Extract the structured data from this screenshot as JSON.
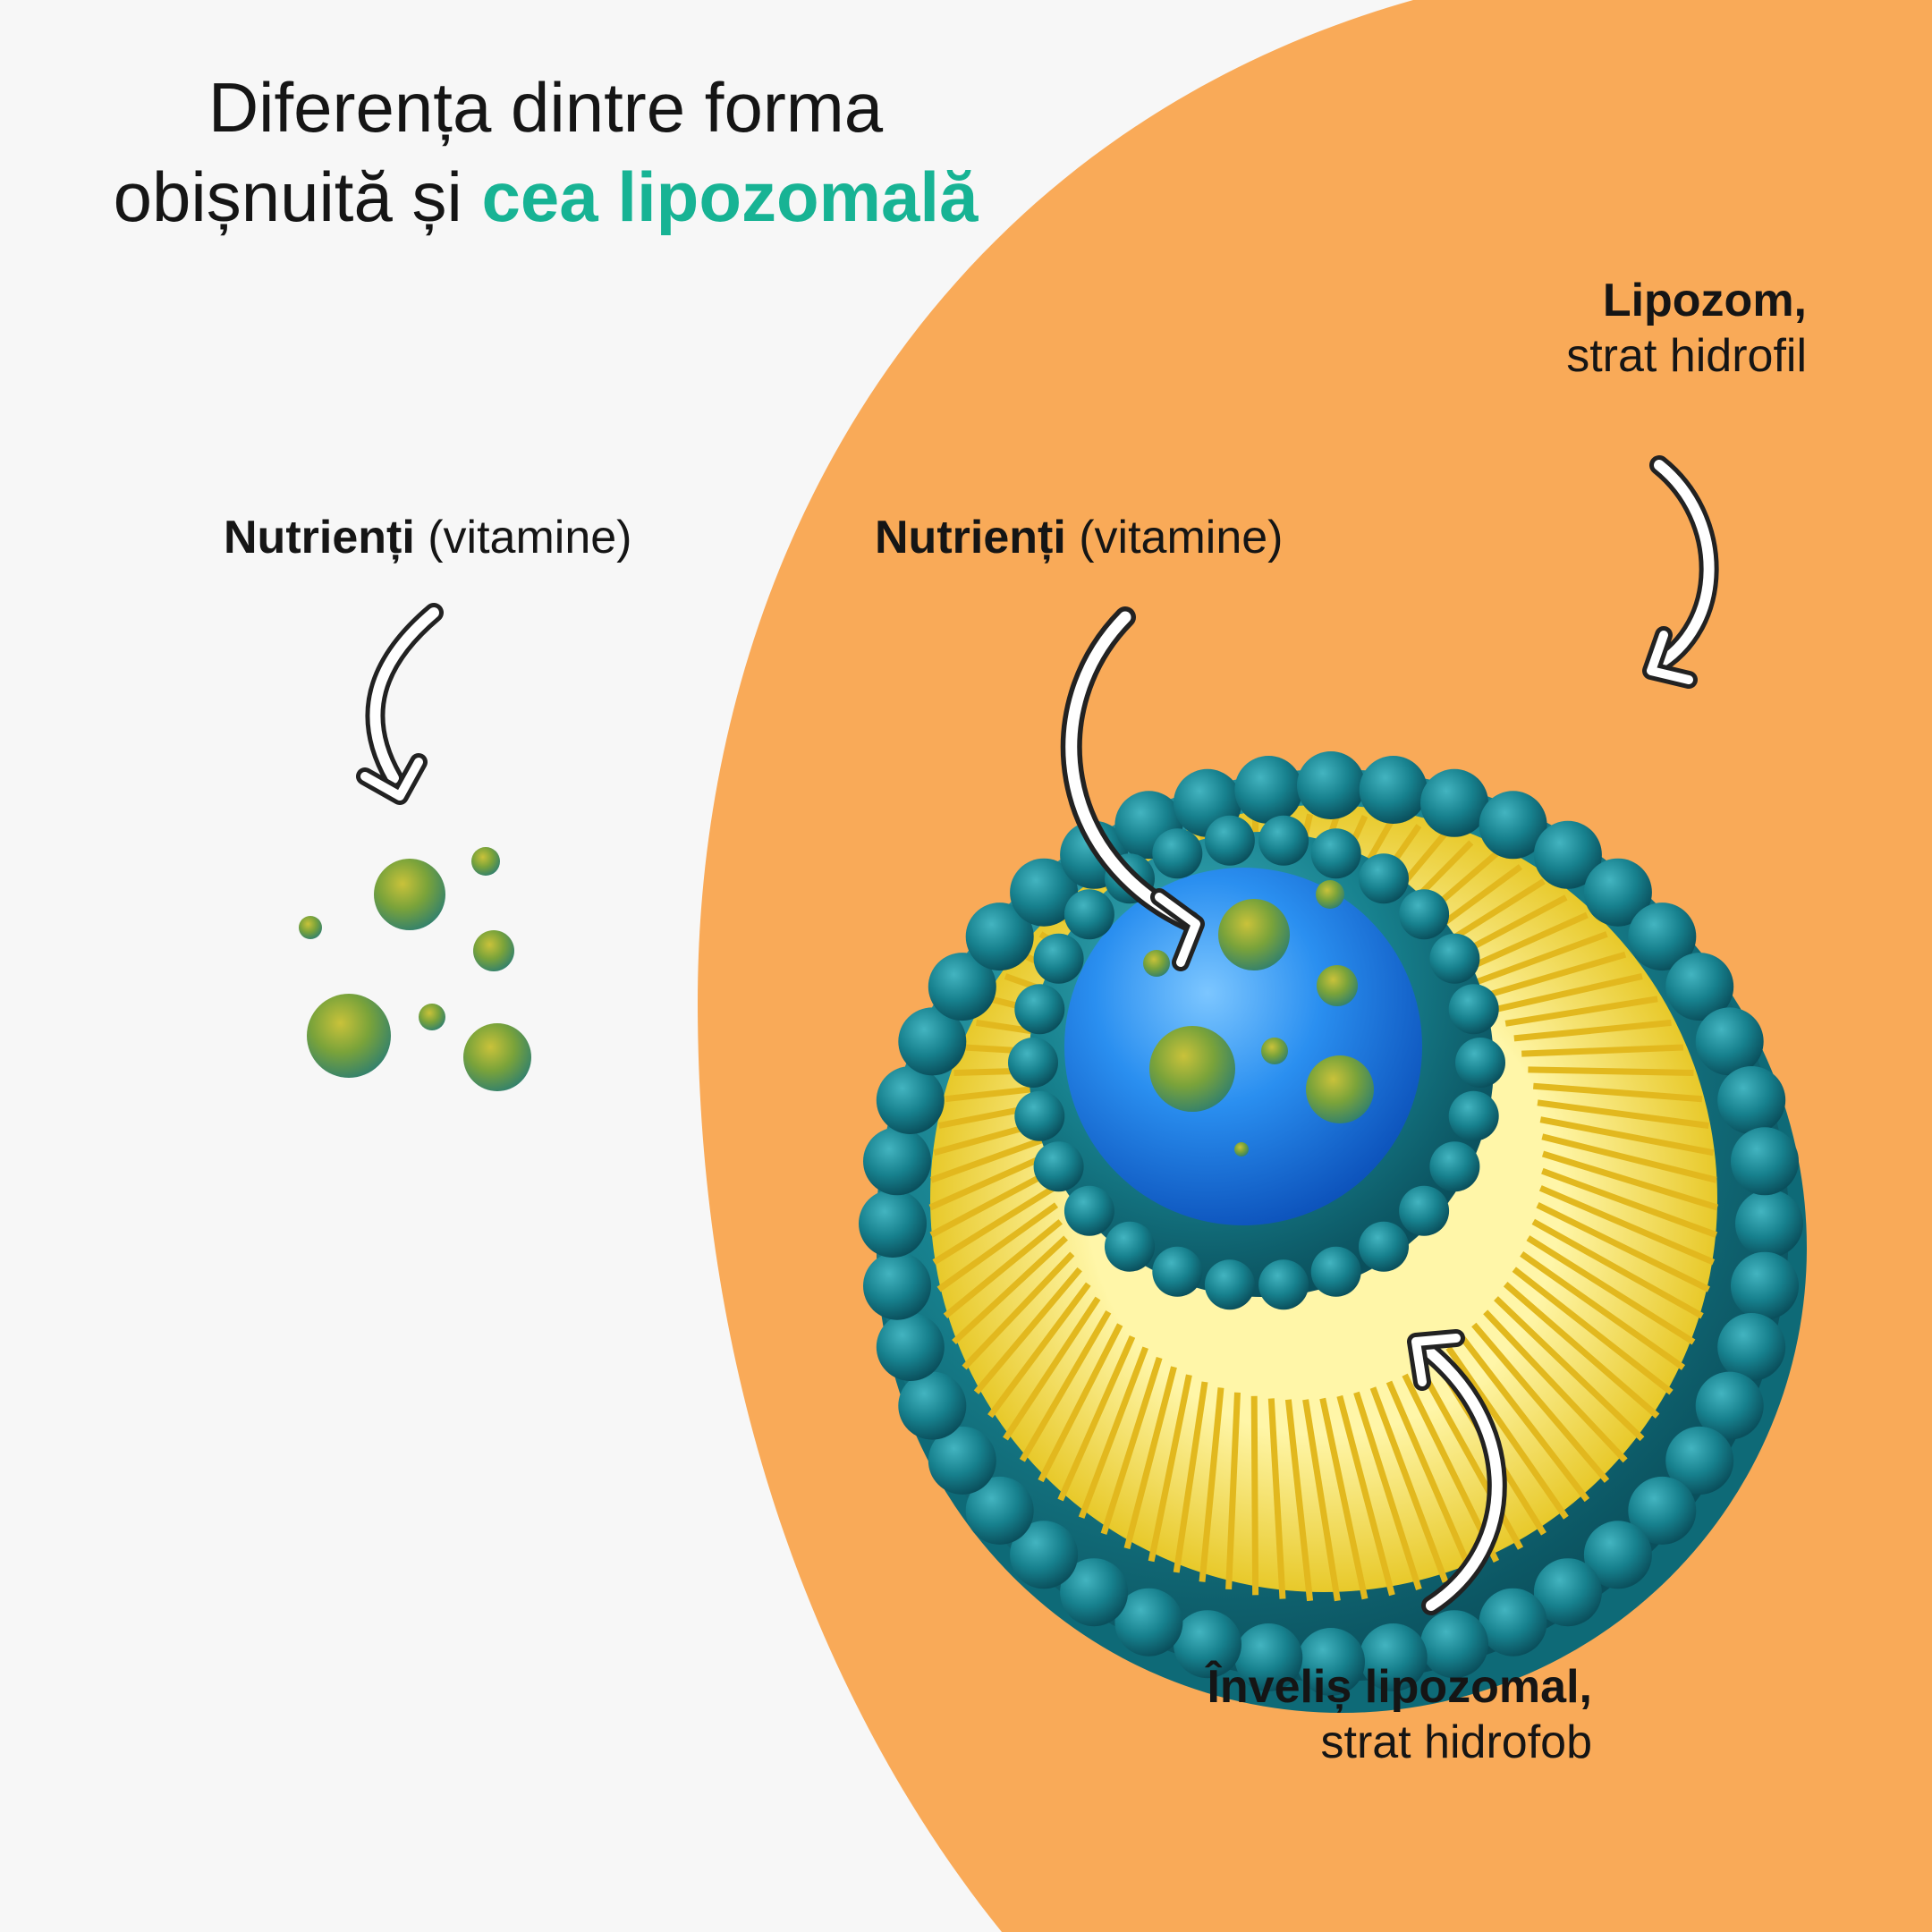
{
  "title": {
    "line1": "Diferența dintre forma",
    "line2_prefix": "obișnuită și ",
    "line2_accent": "cea lipozomală"
  },
  "labels": {
    "left_nutrients": {
      "bold": "Nutrienți",
      "normal": " (vitamine)"
    },
    "center_nutrients": {
      "bold": "Nutrienți",
      "normal": " (vitamine)"
    },
    "liposome": {
      "bold": "Lipozom,",
      "normal": "strat hidrofil"
    },
    "shell": {
      "bold": "Înveliș lipozomal,",
      "normal": "strat hidrofob"
    }
  },
  "colors": {
    "background": "#f7f7f7",
    "orange": "#f9aa58",
    "accent": "#17b394",
    "teal": "#17818e",
    "yellow": "#e8c92a",
    "blue_core": "#1f7de0",
    "nutrient_green": "#7aa33a"
  }
}
